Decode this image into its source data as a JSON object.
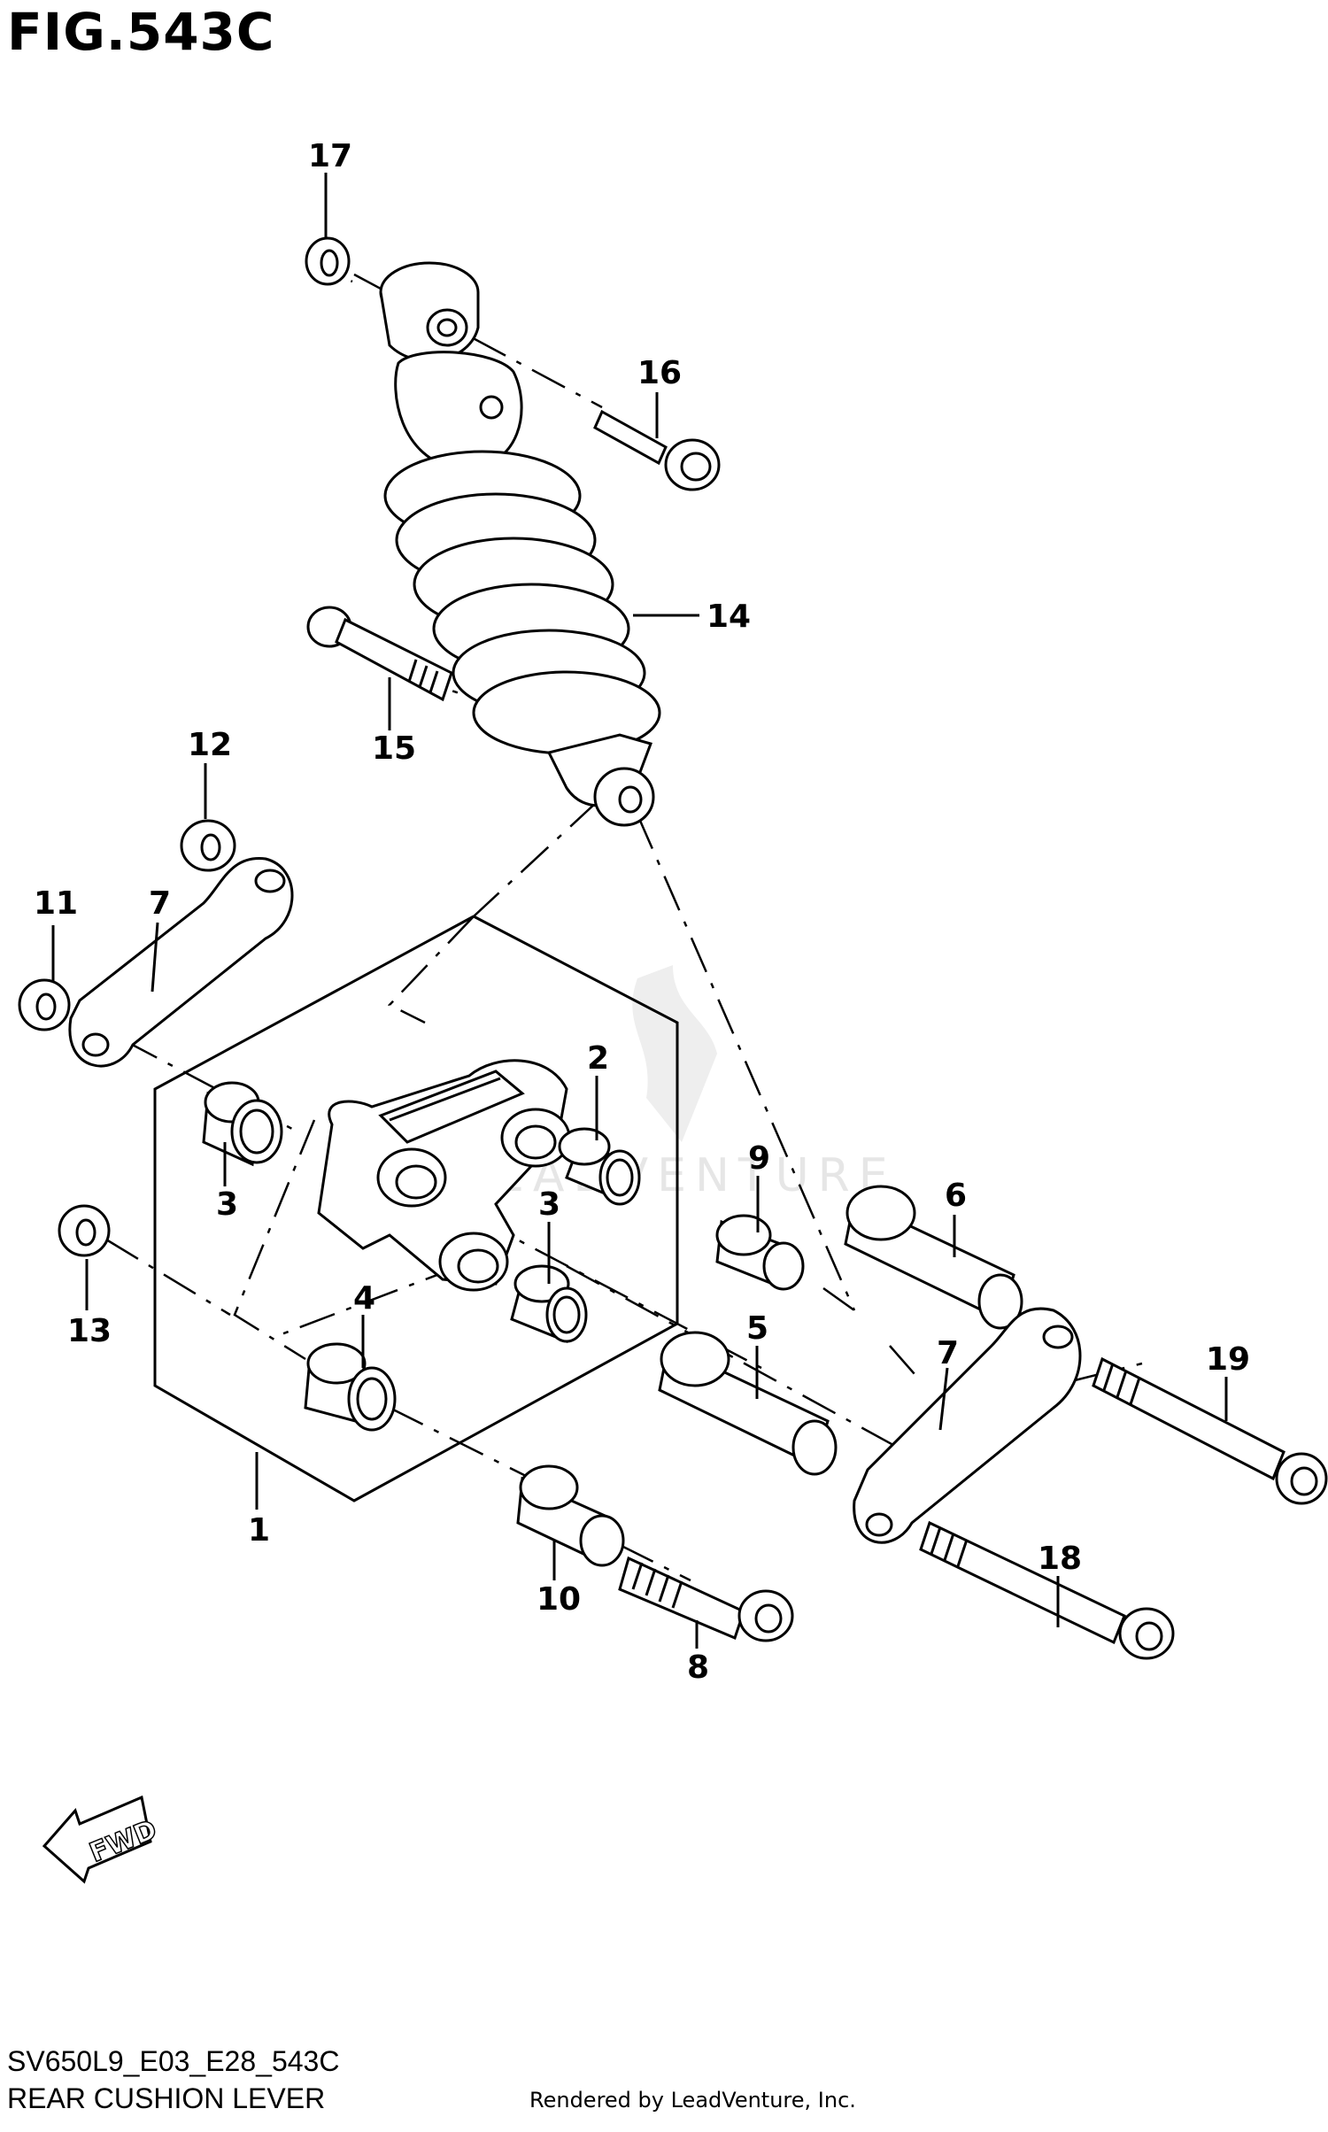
{
  "figure": {
    "title": "FIG.543C",
    "code": "SV650L9_E03_E28_543C",
    "name": "REAR CUSHION LEVER",
    "credit": "Rendered by LeadVenture, Inc.",
    "watermark": "LEADVENTURE",
    "fwd_label": "FWD"
  },
  "callouts": [
    {
      "id": "c1",
      "label": "1"
    },
    {
      "id": "c2",
      "label": "2"
    },
    {
      "id": "c3a",
      "label": "3"
    },
    {
      "id": "c3b",
      "label": "3"
    },
    {
      "id": "c4",
      "label": "4"
    },
    {
      "id": "c5",
      "label": "5"
    },
    {
      "id": "c6",
      "label": "6"
    },
    {
      "id": "c7a",
      "label": "7"
    },
    {
      "id": "c7b",
      "label": "7"
    },
    {
      "id": "c8",
      "label": "8"
    },
    {
      "id": "c9",
      "label": "9"
    },
    {
      "id": "c10",
      "label": "10"
    },
    {
      "id": "c11",
      "label": "11"
    },
    {
      "id": "c12",
      "label": "12"
    },
    {
      "id": "c13",
      "label": "13"
    },
    {
      "id": "c14",
      "label": "14"
    },
    {
      "id": "c15",
      "label": "15"
    },
    {
      "id": "c16",
      "label": "16"
    },
    {
      "id": "c17",
      "label": "17"
    },
    {
      "id": "c18",
      "label": "18"
    },
    {
      "id": "c19",
      "label": "19"
    }
  ],
  "colors": {
    "ink": "#000000",
    "paper": "#ffffff",
    "watermark": "#e6e6e6"
  }
}
